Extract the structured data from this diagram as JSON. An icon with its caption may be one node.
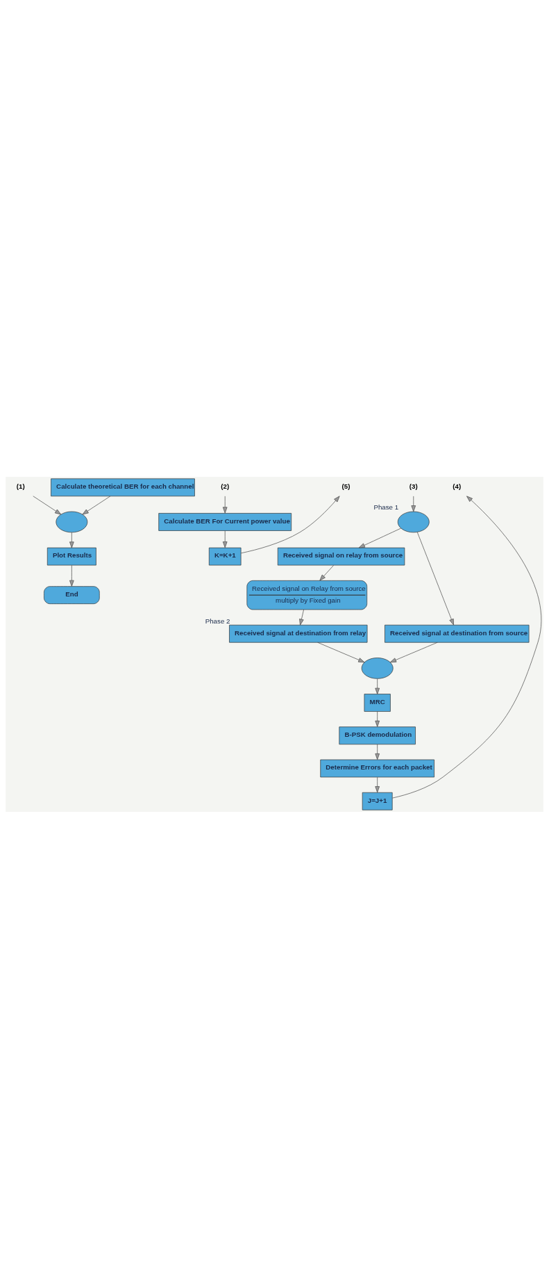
{
  "diagram": {
    "nodes": [
      {
        "text": [
          "(1)"
        ]
      },
      {
        "text": [
          "(2)"
        ]
      },
      {
        "text": [
          "(3)"
        ]
      },
      {
        "text": [
          "(4)"
        ]
      },
      {
        "text": [
          "(5)"
        ]
      },
      {
        "text": [],
        "shape": "circle",
        "beside": [
          "Phase 1"
        ]
      },
      {
        "text": [
          "Received signal on relay from source"
        ]
      },
      {
        "text": [
          "Received signal at destination from source"
        ]
      },
      {
        "text": [
          "Received signal on Relay from source",
          "multiply by Fixed gain"
        ]
      },
      {
        "text": [
          "Received signal at destination from relay"
        ],
        "beside": [
          "Phase 2"
        ]
      },
      {
        "text": [],
        "shape": "circle"
      },
      {
        "text": [
          "MRC"
        ]
      },
      {
        "text": [
          "B-PSK demodulation"
        ]
      },
      {
        "text": [
          "Determine Errors for each packet"
        ]
      },
      {
        "text": [
          "J=J+1"
        ]
      },
      {
        "text": [
          "Calculate BER For Current power value"
        ]
      },
      {
        "text": [
          "K=K+1"
        ]
      },
      {
        "text": [],
        "shape": "circle"
      },
      {
        "text": [
          "Calculate theoretical BER for each channel"
        ]
      },
      {
        "text": [
          "Plot Results"
        ]
      },
      {
        "text": [
          "End"
        ]
      }
    ],
    "edges": [
      {
        "from": 2,
        "to": 5,
        "arrow": "to"
      },
      {
        "from": 5,
        "to": 6,
        "arrow": "to"
      },
      {
        "from": 5,
        "to": 7,
        "arrow": "to"
      },
      {
        "from": 6,
        "to": 8,
        "arrow": "to"
      },
      {
        "from": 8,
        "to": 9,
        "arrow": "to"
      },
      {
        "from": 9,
        "to": 10,
        "arrow": "to"
      },
      {
        "from": 7,
        "to": 10,
        "arrow": "to"
      },
      {
        "from": 10,
        "to": 11,
        "arrow": "to"
      },
      {
        "from": 11,
        "to": 12,
        "arrow": "to"
      },
      {
        "from": 12,
        "to": 13,
        "arrow": "to"
      },
      {
        "from": 13,
        "to": 14,
        "arrow": "to"
      },
      {
        "from": 14,
        "to": 3,
        "arrow": "to"
      },
      {
        "from": 1,
        "to": 15,
        "arrow": "to"
      },
      {
        "from": 15,
        "to": 16,
        "arrow": "to"
      },
      {
        "from": 16,
        "to": 4,
        "arrow": "to"
      },
      {
        "from": 0,
        "to": 17,
        "arrow": "to"
      },
      {
        "from": 18,
        "to": 17,
        "arrow": "to"
      },
      {
        "from": 17,
        "to": 19,
        "arrow": "to"
      },
      {
        "from": 19,
        "to": 20,
        "arrow": "to"
      }
    ]
  }
}
